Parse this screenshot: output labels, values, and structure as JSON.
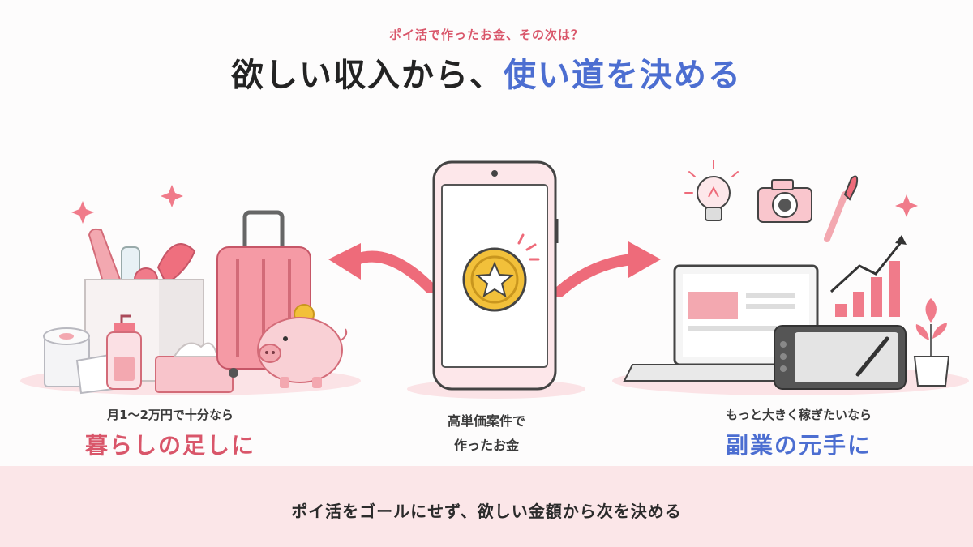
{
  "header": {
    "eyebrow": "ポイ活で作ったお金、その次は？",
    "headline_part1": "欲しい収入から、",
    "headline_part2": "使い道を決める"
  },
  "left": {
    "sub": "月1〜2万円で十分なら",
    "main": "暮らしの足しに"
  },
  "center": {
    "line1": "高単価案件で",
    "line2": "作ったお金"
  },
  "right": {
    "sub": "もっと大きく稼ぎたいなら",
    "main": "副業の元手に"
  },
  "footer": {
    "text": "ポイ活をゴールにせず、欲しい金額から次を決める"
  },
  "colors": {
    "pink_accent": "#d9566a",
    "blue_accent": "#4c6ed1",
    "footer_bg": "#fbe6e8"
  },
  "icons": [
    "shopping-bag-icon",
    "suitcase-icon",
    "piggy-bank-icon",
    "toilet-paper-icon",
    "tissue-box-icon",
    "hand-soap-icon",
    "smartphone-icon",
    "coin-star-icon",
    "left-arrow-icon",
    "right-arrow-icon",
    "lightbulb-icon",
    "camera-icon",
    "paintbrush-icon",
    "laptop-icon",
    "drawing-tablet-icon",
    "growth-chart-icon",
    "potted-plant-icon",
    "sparkle-icon"
  ]
}
